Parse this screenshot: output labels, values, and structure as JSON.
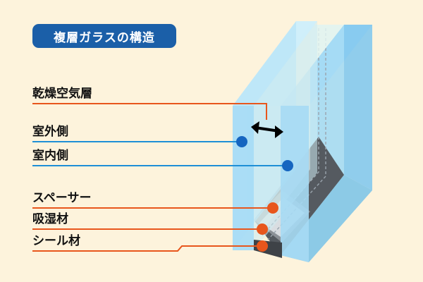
{
  "title": "複層ガラスの構造",
  "labels": {
    "air_layer": "乾燥空気層",
    "outdoor": "室外側",
    "indoor": "室内側",
    "spacer": "スペーサー",
    "desiccant": "吸湿材",
    "sealant": "シール材"
  },
  "colors": {
    "background": "#fdf3dc",
    "badge": "#1b5fa8",
    "blue_marker": "#1565c0",
    "orange_marker": "#e8561c",
    "glass_light": "#cdeefb",
    "glass_mid": "#8fd0f2"
  }
}
